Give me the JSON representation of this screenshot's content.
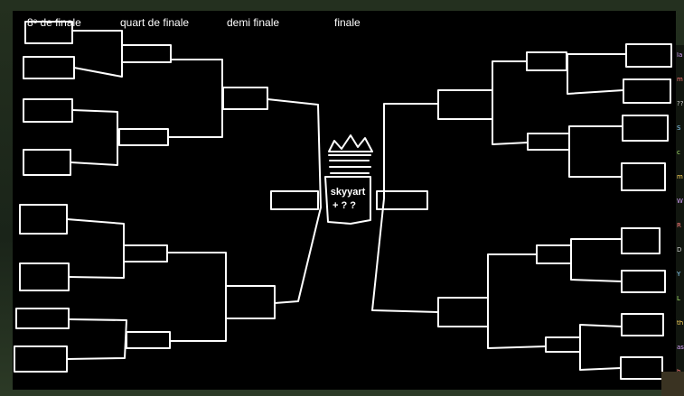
{
  "rounds": {
    "r16": "8ᵉ de finale",
    "quarter": "quart de finale",
    "semi": "demi finale",
    "final": "finale"
  },
  "champion": {
    "name": "skyyart",
    "score": "+ ? ?"
  },
  "chat_fragments": [
    "la",
    "m",
    "??",
    "S",
    "c",
    "m",
    "W",
    "R",
    "D",
    "Y",
    "L",
    "th",
    "as",
    "h"
  ],
  "colors": {
    "board": "#000000",
    "lines": "#ffffff",
    "stream_bg": "#1f2a1d"
  }
}
